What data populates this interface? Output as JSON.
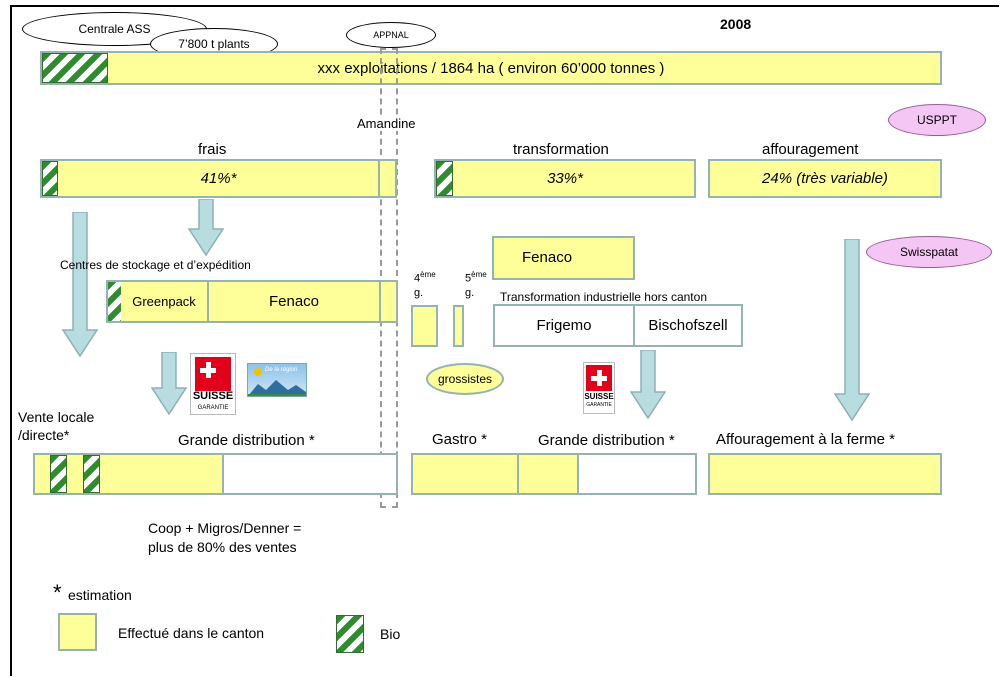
{
  "year": "2008",
  "ovals": {
    "centrale_ass": "Centrale ASS",
    "plants": "7’800 t  plants",
    "appnal": "APPNAL",
    "usppt": "USPPT",
    "swisspatat": "Swisspatat",
    "grossistes": "grossistes"
  },
  "top_bar": "xxx exploitations / 1864 ha ( environ 60’000 tonnes )",
  "amandine": "Amandine",
  "channels": {
    "frais": {
      "label": "frais",
      "pct": "41%*"
    },
    "transformation": {
      "label": "transformation",
      "pct": "33%*"
    },
    "affouragement": {
      "label": "affouragement",
      "pct": "24% (très variable)"
    }
  },
  "stockage": {
    "title": "Centres de stockage et d’expédition",
    "greenpack": "Greenpack",
    "fenaco": "Fenaco"
  },
  "gamme4": {
    "num": "4",
    "sup": "ème",
    "g": "g."
  },
  "gamme5": {
    "num": "5",
    "sup": "ème",
    "g": "g."
  },
  "industrie": {
    "fenaco": "Fenaco",
    "title": "Transformation industrielle hors canton",
    "frigemo": "Frigemo",
    "bischofszell": "Bischofszell"
  },
  "logos": {
    "suisse_line1": "SUISSE",
    "suisse_line2": "GARANTIE",
    "regional_text": "De la région"
  },
  "outlets": {
    "vente_locale_1": "Vente locale",
    "vente_locale_2": "/directe*",
    "grande_distribution_left": "Grande distribution *",
    "gastro": "Gastro *",
    "grande_distribution_right": "Grande distribution *",
    "affouragement_ferme": "Affouragement  à la ferme *"
  },
  "note": {
    "line1": "Coop + Migros/Denner =",
    "line2": "plus de 80% des ventes"
  },
  "legend": {
    "star": "*",
    "estimation": "estimation",
    "canton": "Effectué dans le canton",
    "bio": "Bio"
  },
  "colors": {
    "canton_yellow": "#ffff99",
    "border_teal": "#95b3b1",
    "bio_green": "#2e8b2e",
    "oval_pink": "#f4c6f4",
    "swiss_red": "#e3001b"
  }
}
